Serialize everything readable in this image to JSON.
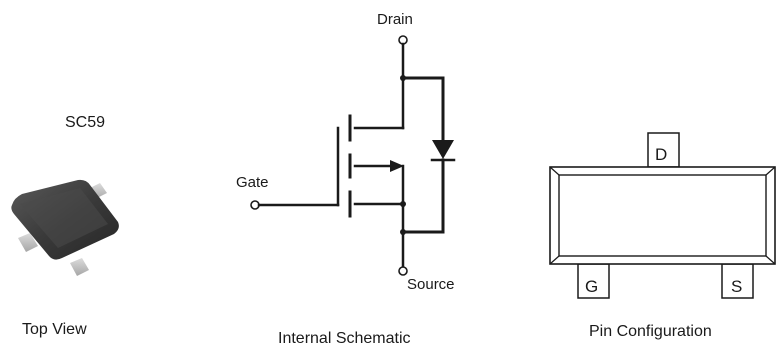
{
  "package": {
    "name": "SC59",
    "caption": "Top View"
  },
  "schematic": {
    "drain_label": "Drain",
    "gate_label": "Gate",
    "source_label": "Source",
    "caption": "Internal Schematic"
  },
  "pins": {
    "top_pin": "D",
    "left_pin": "G",
    "right_pin": "S",
    "caption": "Pin Configuration"
  },
  "colors": {
    "line": "#1a1a1a",
    "chip_body": "#3a3a3a",
    "chip_lead": "#bdbdbd"
  }
}
